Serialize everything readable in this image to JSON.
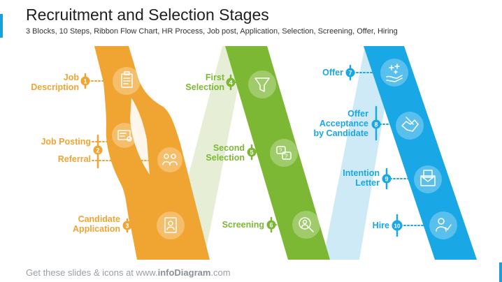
{
  "header": {
    "title": "Recruitment and Selection Stages",
    "subtitle": "3 Blocks, 10 Steps, Ribbon Flow Chart, HR Process, Job post, Application, Selection, Screening, Offer, Hiring"
  },
  "footer": {
    "prefix": "Get these slides & icons at www.",
    "brand": "infoDiagram",
    "suffix": ".com"
  },
  "colors": {
    "orange": "#f0a532",
    "green": "#7cb833",
    "blue": "#19a7e6",
    "fade_green": "#dbe9c4",
    "fade_blue": "#c9e8f6",
    "accent": "#1a9fd8"
  },
  "steps": [
    {
      "number": "1",
      "line1": "Job",
      "line2": "Description",
      "icon": "clipboard-icon",
      "color": "orange"
    },
    {
      "number": "2",
      "line1": "Job Posting",
      "line2": "Referral",
      "icon": "job-posting-icon",
      "icon2": "referral-people-icon",
      "color": "orange"
    },
    {
      "number": "3",
      "line1": "Candidate",
      "line2": "Application",
      "icon": "application-document-icon",
      "color": "orange"
    },
    {
      "number": "4",
      "line1": "First",
      "line2": "Selection",
      "icon": "funnel-icon",
      "color": "green"
    },
    {
      "number": "5",
      "line1": "Second",
      "line2": "Selection",
      "icon": "question-bubbles-icon",
      "color": "green"
    },
    {
      "number": "6",
      "line1": "Screening",
      "icon": "magnifier-person-icon",
      "color": "green"
    },
    {
      "number": "7",
      "line1": "Offer",
      "icon": "hand-offer-icon",
      "color": "blue"
    },
    {
      "number": "8",
      "line1": "Offer",
      "line2": "Acceptance",
      "line3": "by Candidate",
      "icon": "handshake-icon",
      "color": "blue"
    },
    {
      "number": "9",
      "line1": "Intention",
      "line2": "Letter",
      "icon": "envelope-letter-icon",
      "color": "blue"
    },
    {
      "number": "10",
      "line1": "Hire",
      "icon": "person-check-icon",
      "color": "blue"
    }
  ]
}
